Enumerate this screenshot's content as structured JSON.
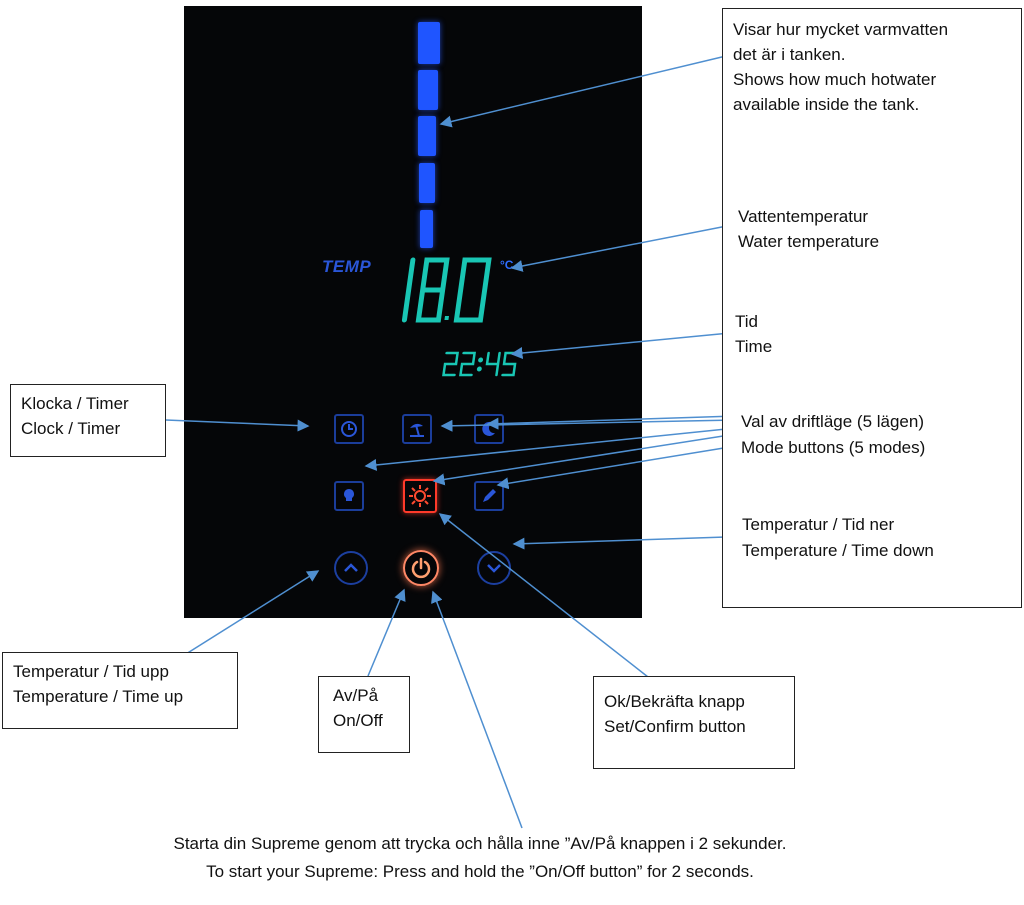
{
  "display": {
    "tank_label": "TEMP",
    "temperature": "18.0",
    "unit": "°C",
    "time": "22:45",
    "tank_level_segments": 5
  },
  "colors": {
    "panel": "#050608",
    "blue_led": "#1f55ff",
    "digit_green": "#19c6b4",
    "active_red": "#ff3a2a",
    "leader_line": "#4f8fd0"
  },
  "callouts": {
    "tank": [
      "Visar hur mycket varmvatten",
      "det är i tanken.",
      "Shows how much hotwater",
      "available inside the tank."
    ],
    "water_temp": [
      "Vattentemperatur",
      "Water temperature"
    ],
    "time": [
      "Tid",
      "Time"
    ],
    "modes": [
      "Val av driftläge (5 lägen)",
      "Mode buttons (5 modes)"
    ],
    "down": [
      "Temperatur / Tid ner",
      "Temperature / Time down"
    ],
    "clock": [
      "Klocka / Timer",
      "Clock / Timer"
    ],
    "up": [
      "Temperatur / Tid upp",
      "Temperature / Time up"
    ],
    "power": [
      "Av/På",
      "On/Off"
    ],
    "ok": [
      "Ok/Bekräfta knapp",
      "Set/Confirm button"
    ]
  },
  "footer": {
    "line1": "Starta din Supreme genom att trycka och hålla inne ”Av/På knappen i 2 sekunder.",
    "line2": "To start your Supreme: Press and hold the ”On/Off button” for 2 seconds."
  }
}
